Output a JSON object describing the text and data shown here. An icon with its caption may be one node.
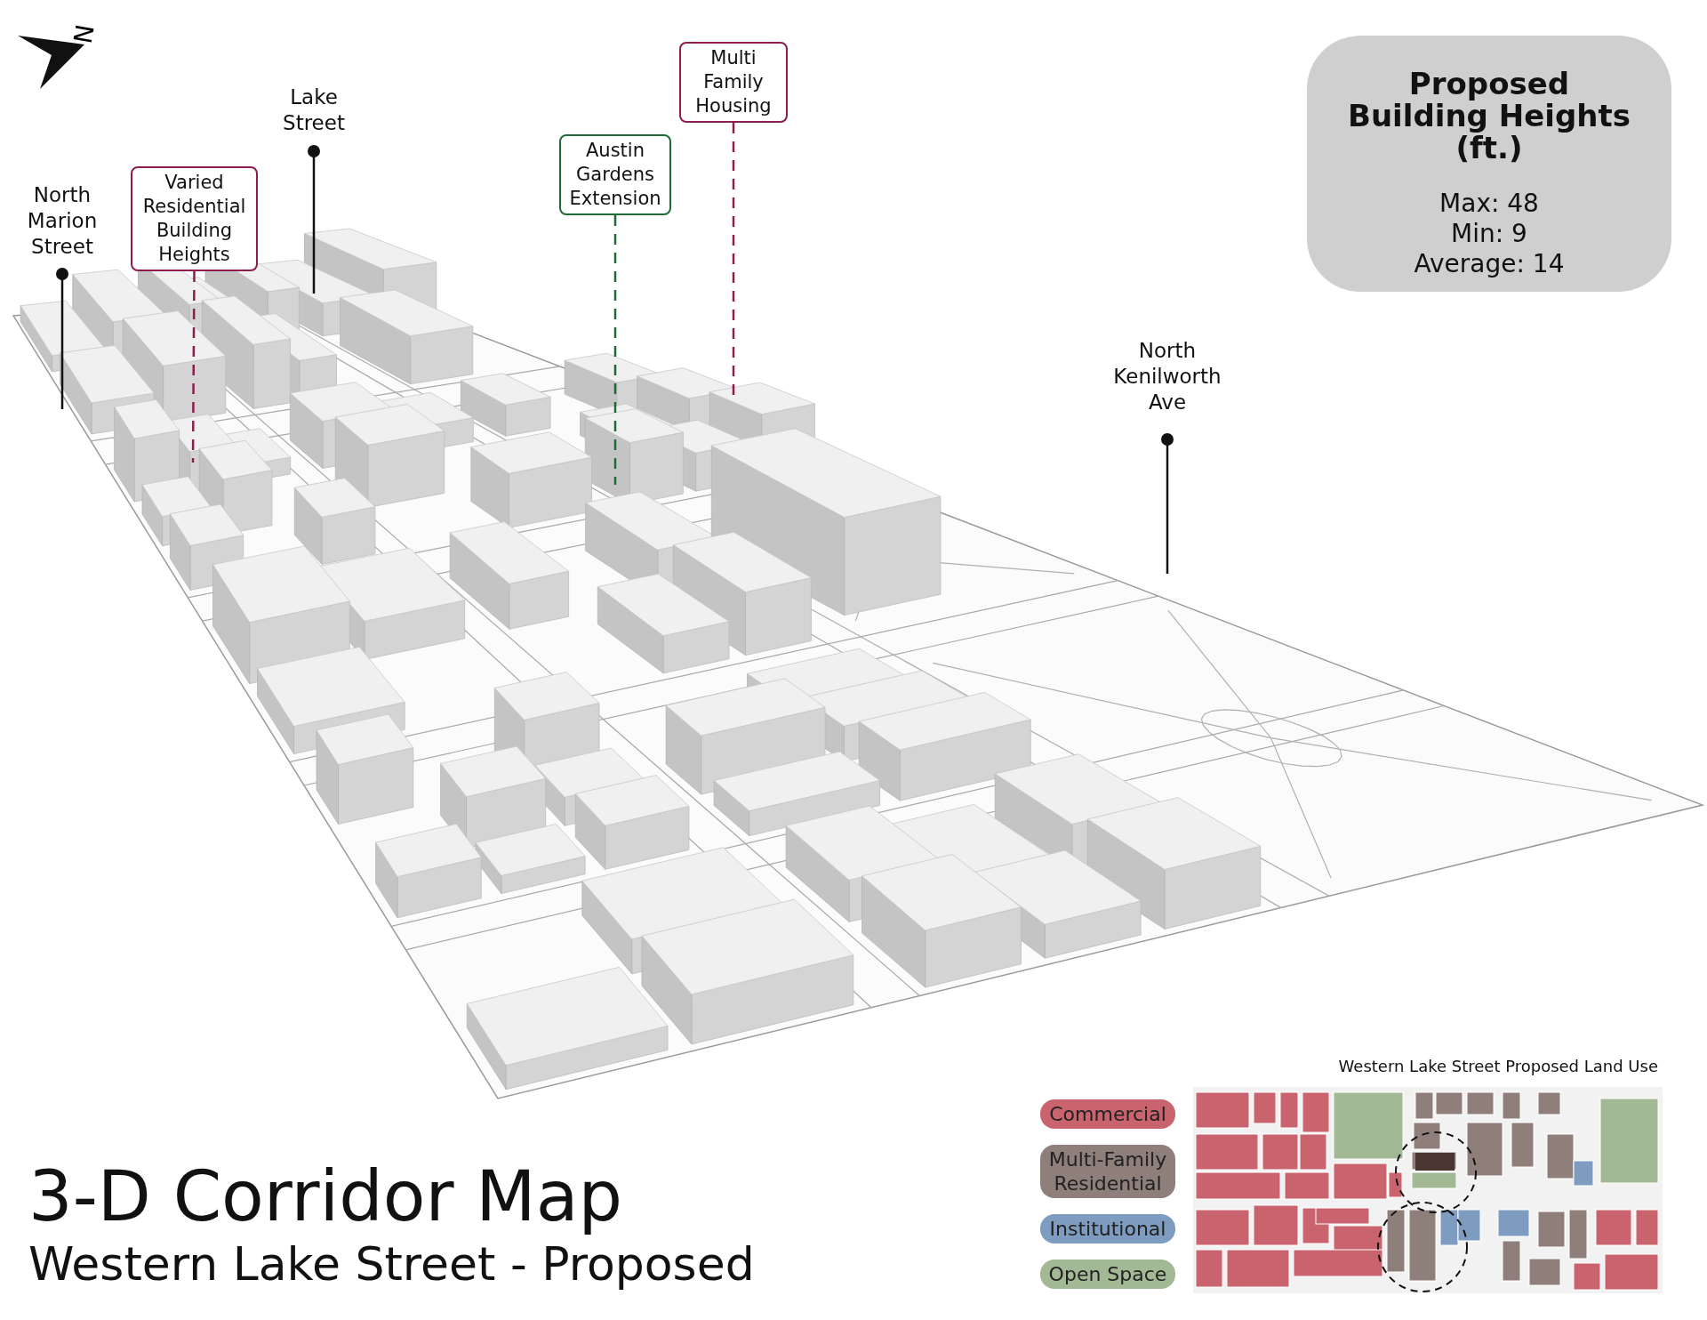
{
  "diagram": {
    "title": "3-D Corridor Map",
    "caption": "Western Lake Street - Proposed",
    "nodes": [
      {
        "text": [
          "North Marion Street"
        ]
      },
      {
        "text": [
          "Varied Residential Building Heights"
        ]
      },
      {
        "text": [
          "Lake Street"
        ]
      },
      {
        "text": [
          "Austin Gardens Extension"
        ]
      },
      {
        "text": [
          "Multi Family Housing"
        ]
      },
      {
        "text": [
          "North Kenilworth Ave"
        ]
      },
      {
        "text": [
          "Proposed Building Heights (ft.)",
          "Max: 48",
          "Min: 9",
          "Average: 14"
        ]
      }
    ],
    "edges": [
      {
        "from": 0,
        "to": null,
        "arrow": "other"
      },
      {
        "from": 1,
        "to": null,
        "arrow": "none",
        "style": "dashed",
        "color": "#8c1d4f"
      },
      {
        "from": 2,
        "to": null,
        "arrow": "other"
      },
      {
        "from": 3,
        "to": null,
        "arrow": "none",
        "style": "dashed",
        "color": "#1f6b35"
      },
      {
        "from": 4,
        "to": null,
        "arrow": "none",
        "style": "dashed",
        "color": "#8c1d4f"
      },
      {
        "from": 5,
        "to": null,
        "arrow": "other"
      }
    ],
    "labels": [
      "N",
      "Western Lake Street Proposed Land Use"
    ],
    "legend": [
      {
        "text": "Commercial",
        "color": "#c9636e"
      },
      {
        "text": "Multi-Family Residential",
        "color": "#8f7f7b"
      },
      {
        "text": "Institutional",
        "color": "#7d9cc0"
      },
      {
        "text": "Open Space",
        "color": "#a3b894"
      }
    ]
  }
}
